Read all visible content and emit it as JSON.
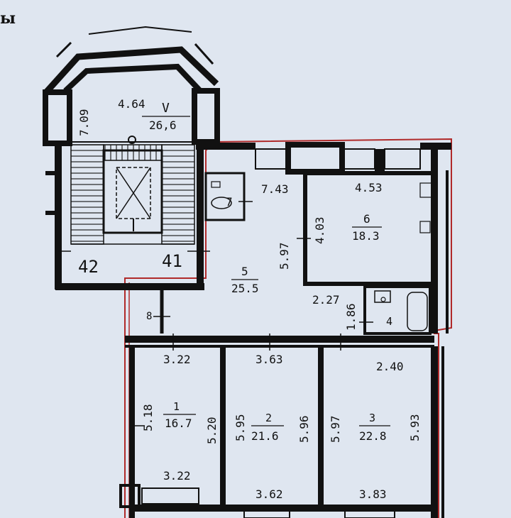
{
  "header": {
    "fragment": "ы"
  },
  "stair": {
    "width": "4.64",
    "depth": "7.09",
    "number": "V",
    "area": "26,6",
    "door_left": "42",
    "door_right": "41"
  },
  "rooms": {
    "r5": {
      "number": "5",
      "area": "25.5",
      "dim_top": "7.43",
      "dim_side": "5.97"
    },
    "r6": {
      "number": "6",
      "area": "18.3",
      "dim_top": "4.53",
      "dim_side": "4.03"
    },
    "r7": {
      "number": "7"
    },
    "r8": {
      "number": "8"
    },
    "r4": {
      "number": "4",
      "dim_top": "2.27",
      "dim_side": "1.86"
    },
    "r1": {
      "number": "1",
      "area": "16.7",
      "dim_top": "3.22",
      "dim_bottom": "3.22",
      "dim_left": "5.18",
      "dim_right": "5.20"
    },
    "r2": {
      "number": "2",
      "area": "21.6",
      "dim_top": "3.63",
      "dim_bottom": "3.62",
      "dim_left": "5.95",
      "dim_right": "5.96"
    },
    "r3": {
      "number": "3",
      "area": "22.8",
      "dim_top": "2.40",
      "dim_bottom": "3.83",
      "dim_left": "5.97",
      "dim_right": "5.93"
    }
  },
  "colors": {
    "paper": "#dfe6f0",
    "wall": "#111111",
    "boundary": "#b02a2a"
  }
}
